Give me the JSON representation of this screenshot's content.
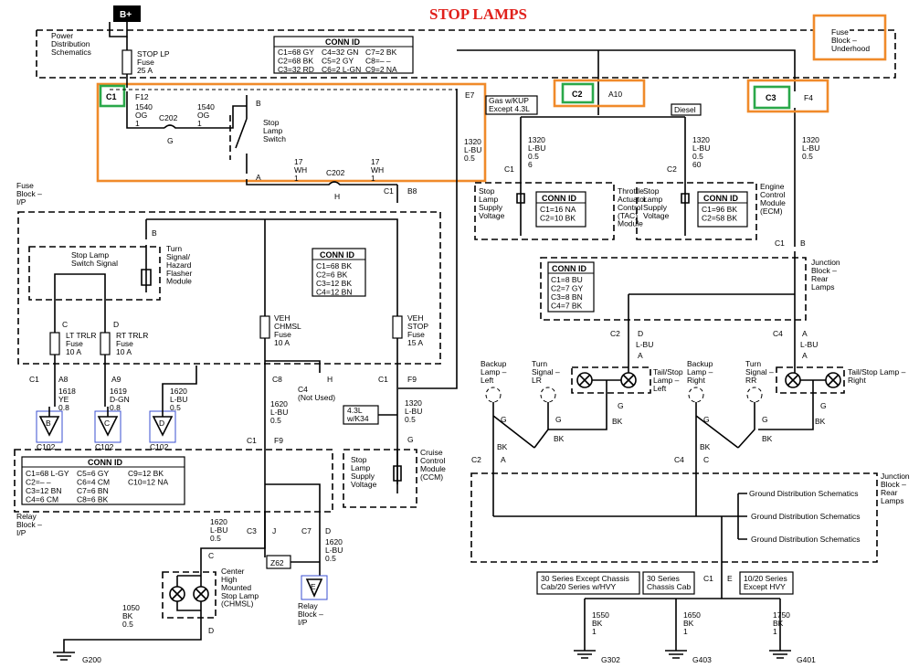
{
  "title": "STOP LAMPS",
  "battery": "B+",
  "power_dist": "Power\nDistribution\nSchematics",
  "fuse_block_underhood": "Fuse\nBlock –\nUnderhood",
  "stop_lp_fuse": "STOP LP\nFuse\n25 A",
  "conn_top": {
    "header": "CONN ID",
    "rows": [
      "C1=68 GY",
      "C4=32 GN",
      "C7=2 BK",
      "C2=68 BK",
      "C5=2 GY",
      "C8=– –",
      "C3=32 RD",
      "C6=2 L-GN",
      "C9=2 NA"
    ]
  },
  "labels_callouts": {
    "c1": "C1",
    "c2": "C2",
    "c3": "C3",
    "a10": "A10",
    "f4": "F4"
  },
  "pin_f12": "F12",
  "pin_e7": "E7",
  "pin_c1a": "C1",
  "pin_b8": "B8",
  "pin_f9a": "F9",
  "pin_c1b": "C1",
  "wire_1540a": "1540\nOG\n1",
  "wire_1540b": "1540\nOG\n1",
  "c202a": "C202",
  "g_pin": "G",
  "stop_switch": "Stop\nLamp\nSwitch",
  "b_pin": "B",
  "a_pin": "A",
  "wire_17a": "17\nWH\n1",
  "wire_17b": "17\nWH\n1",
  "c202b": "C202",
  "h_pin": "H",
  "gas_kup": "Gas w/KUP\nExcept 4.3L",
  "diesel": "Diesel",
  "wire_1320a": "1320\nL-BU\n0.5",
  "wire_1320b": "1320\nL-BU\n0.5\n6",
  "wire_1320c": "1320\nL-BU\n0.5\n60",
  "wire_1320d": "1320\nL-BU\n0.5",
  "tac_c1": "C1",
  "ecm_c2": "C2",
  "tac_module": "Throttle\nActuator\nControl\n(TAC)\nModule",
  "ecm_module": "Engine\nControl\nModule\n(ECM)",
  "stop_supply": "Stop\nLamp\nSupply\nVoltage",
  "conn_tac": {
    "header": "CONN ID",
    "rows": [
      "C1=16 NA",
      "C2=10 BK"
    ]
  },
  "conn_ecm": {
    "header": "CONN ID",
    "rows": [
      "C1=96 BK",
      "C2=58 BK"
    ]
  },
  "fuse_block_ip": "Fuse\nBlock –\nI/P",
  "turn_flasher": "Turn\nSignal/\nHazard\nFlasher\nModule",
  "stop_switch_signal": "Stop Lamp\nSwitch Signal",
  "conn_ip": {
    "header": "CONN ID",
    "rows": [
      "C1=68 BK",
      "C2=6 BK",
      "C3=12 BK",
      "C4=12 BN"
    ]
  },
  "lt_trlr": "LT TRLR\nFuse\n10 A",
  "rt_trlr": "RT TRLR\nFuse\n10 A",
  "veh_chmsl": "VEH\nCHMSL\nFuse\n10 A",
  "veh_stop": "VEH\nSTOP\nFuse\n15 A",
  "pins_row": {
    "c": "C",
    "d": "D",
    "c1": "C1",
    "a8": "A8",
    "a9": "A9",
    "c8": "C8",
    "h": "H",
    "c4": "C4\n(Not Used)",
    "c1r": "C1",
    "f9": "F9"
  },
  "wire_1618": "1618\nYE\n0.8",
  "wire_1619": "1619\nD-GN\n0.8",
  "wire_1620a": "1620\nL-BU\n0.5",
  "wire_1620b": "1620\nL-BU\n0.5",
  "wire_1620c": "1620\nL-BU\n0.5",
  "wire_1620d": "1620\nL-BU\n0.5",
  "tri_labels": [
    "B",
    "C",
    "D",
    "E"
  ],
  "c102": "C102",
  "w_43l": "4.3L\nw/K34",
  "wire_1320e": "1320\nL-BU\n0.5",
  "g_pin2": "G",
  "ccm": "Cruise\nControl\nModule\n(CCM)",
  "relay_block": "Relay\nBlock –\nI/P",
  "conn_relay": {
    "header": "CONN ID",
    "rows": [
      "C1=68 L-GY",
      "C5=6 GY",
      "C9=12 BK",
      "C2=– –",
      "C6=4 CM",
      "C10=12 NA",
      "C3=12 BN",
      "C7=6 BN",
      "",
      "C4=6 CM",
      "C8=6 BK",
      ""
    ]
  },
  "pins_lower": {
    "c1": "C1",
    "f9": "F9",
    "c3": "C3",
    "j": "J",
    "c7": "C7",
    "d": "D",
    "c": "C",
    "dd": "D"
  },
  "z62": "Z62",
  "chmsl": "Center\nHigh\nMounted\nStop Lamp\n(CHMSL)",
  "relay_block2": "Relay\nBlock –\nI/P",
  "wire_1050": "1050\nBK\n0.5",
  "g200": "G200",
  "junction_rear": "Junction\nBlock –\nRear\nLamps",
  "conn_rear": {
    "header": "CONN ID",
    "rows": [
      "C1=8 BU",
      "C2=7 GY",
      "C3=8 BN",
      "C4=7 BK"
    ]
  },
  "pins_rear": {
    "c1": "C1",
    "b": "B",
    "c2": "C2",
    "d": "D",
    "a": "A",
    "c4": "C4",
    "a2": "A"
  },
  "wire_lbu": "L-BU",
  "wire_lbu2": "L-BU",
  "backup_left": "Backup\nLamp –\nLeft",
  "turn_lr": "Turn\nSignal –\nLR",
  "tail_left": "Tail/Stop\nLamp –\nLeft",
  "backup_right": "Backup\nLamp –\nRight",
  "turn_rr": "Turn\nSignal –\nRR",
  "tail_right": "Tail/Stop Lamp –\nRight",
  "bk": "BK",
  "g_small": "G",
  "c2b": "C2",
  "a_b": "A",
  "c4b": "C4",
  "c_b": "C",
  "ground_dist": "Ground Distribution Schematics",
  "junction_rear2": "Junction\nBlock –\nRear\nLamps",
  "chassis": [
    "30 Series Except Chassis\nCab/20 Series w/HVY",
    "30 Series\nChassis Cab",
    "10/20 Series\nExcept HVY"
  ],
  "c1e": "C1",
  "e": "E",
  "wire_1550": "1550\nBK\n1",
  "wire_1650": "1650\nBK\n1",
  "wire_1750": "1750\nBK\n1",
  "grounds": [
    "G302",
    "G403",
    "G401"
  ]
}
